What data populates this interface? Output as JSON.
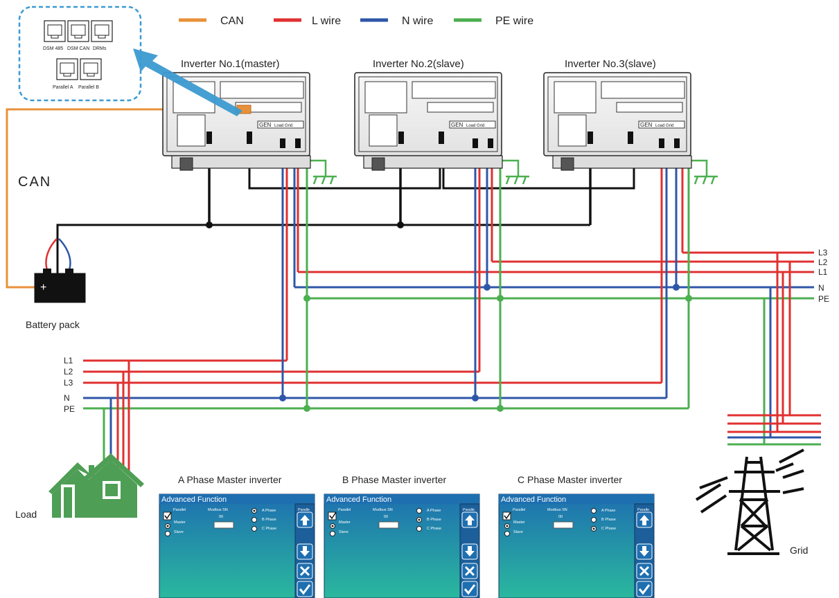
{
  "colors": {
    "can": "#E8913A",
    "l_wire": "#E03030",
    "n_wire": "#2E56A8",
    "pe_wire": "#4CAF50",
    "battery_dc": "#111111",
    "callout_border": "#3C9AD0",
    "arrow": "#3C9AD0",
    "panel_top": "#1E6FB0",
    "panel_bottom": "#2AB89E",
    "house": "#4E9E55"
  },
  "legend": [
    {
      "label": "CAN",
      "color_key": "can"
    },
    {
      "label": "L wire",
      "color_key": "l_wire"
    },
    {
      "label": "N wire",
      "color_key": "n_wire"
    },
    {
      "label": "PE wire",
      "color_key": "pe_wire"
    }
  ],
  "callout": {
    "ports_top": [
      "DSM 485",
      "DSM CAN",
      "DRMs"
    ],
    "ports_bottom": [
      "Parallel A",
      "Parallel B"
    ]
  },
  "inverters": [
    {
      "title": "Inverter No.1(master)",
      "terminal_text": "GEN",
      "terminal_text2": "Load Grid"
    },
    {
      "title": "Inverter No.2(slave)",
      "terminal_text": "GEN",
      "terminal_text2": "Load Grid"
    },
    {
      "title": "Inverter No.3(slave)",
      "terminal_text": "GEN",
      "terminal_text2": "Load Grid"
    }
  ],
  "can_label": "CAN",
  "battery": {
    "label": "Battery pack",
    "symbol": "+"
  },
  "grid_bus": {
    "l3": "L3",
    "l2": "L2",
    "l1": "L1",
    "n": "N",
    "pe": "PE"
  },
  "load_bus": {
    "l1": "L1",
    "l2": "L2",
    "l3": "L3",
    "n": "N",
    "pe": "PE"
  },
  "load_label": "Load",
  "grid_label": "Grid",
  "panels": [
    {
      "caption": "A Phase Master inverter",
      "title": "Advanced Function",
      "col_parallel": "Parallel",
      "col_modbus": "Modbus SN",
      "modbus_value": "00",
      "opt_master": "Master",
      "opt_slave": "Slave",
      "phase_a": "A Phase",
      "phase_b": "B Phase",
      "phase_c": "C Phase",
      "selected_phase": "A Phase",
      "side_label": "Paralle"
    },
    {
      "caption": "B Phase Master inverter",
      "title": "Advanced Function",
      "col_parallel": "Parallel",
      "col_modbus": "Modbus SN",
      "modbus_value": "00",
      "opt_master": "Master",
      "opt_slave": "Slave",
      "phase_a": "A Phase",
      "phase_b": "B Phase",
      "phase_c": "C Phase",
      "selected_phase": "B Phase",
      "side_label": "Paralle"
    },
    {
      "caption": "C Phase Master inverter",
      "title": "Advanced Function",
      "col_parallel": "Parallel",
      "col_modbus": "Modbus SN",
      "modbus_value": "00",
      "opt_master": "Master",
      "opt_slave": "Slave",
      "phase_a": "A Phase",
      "phase_b": "B Phase",
      "phase_c": "C Phase",
      "selected_phase": "C Phase",
      "side_label": "Paralle"
    }
  ]
}
